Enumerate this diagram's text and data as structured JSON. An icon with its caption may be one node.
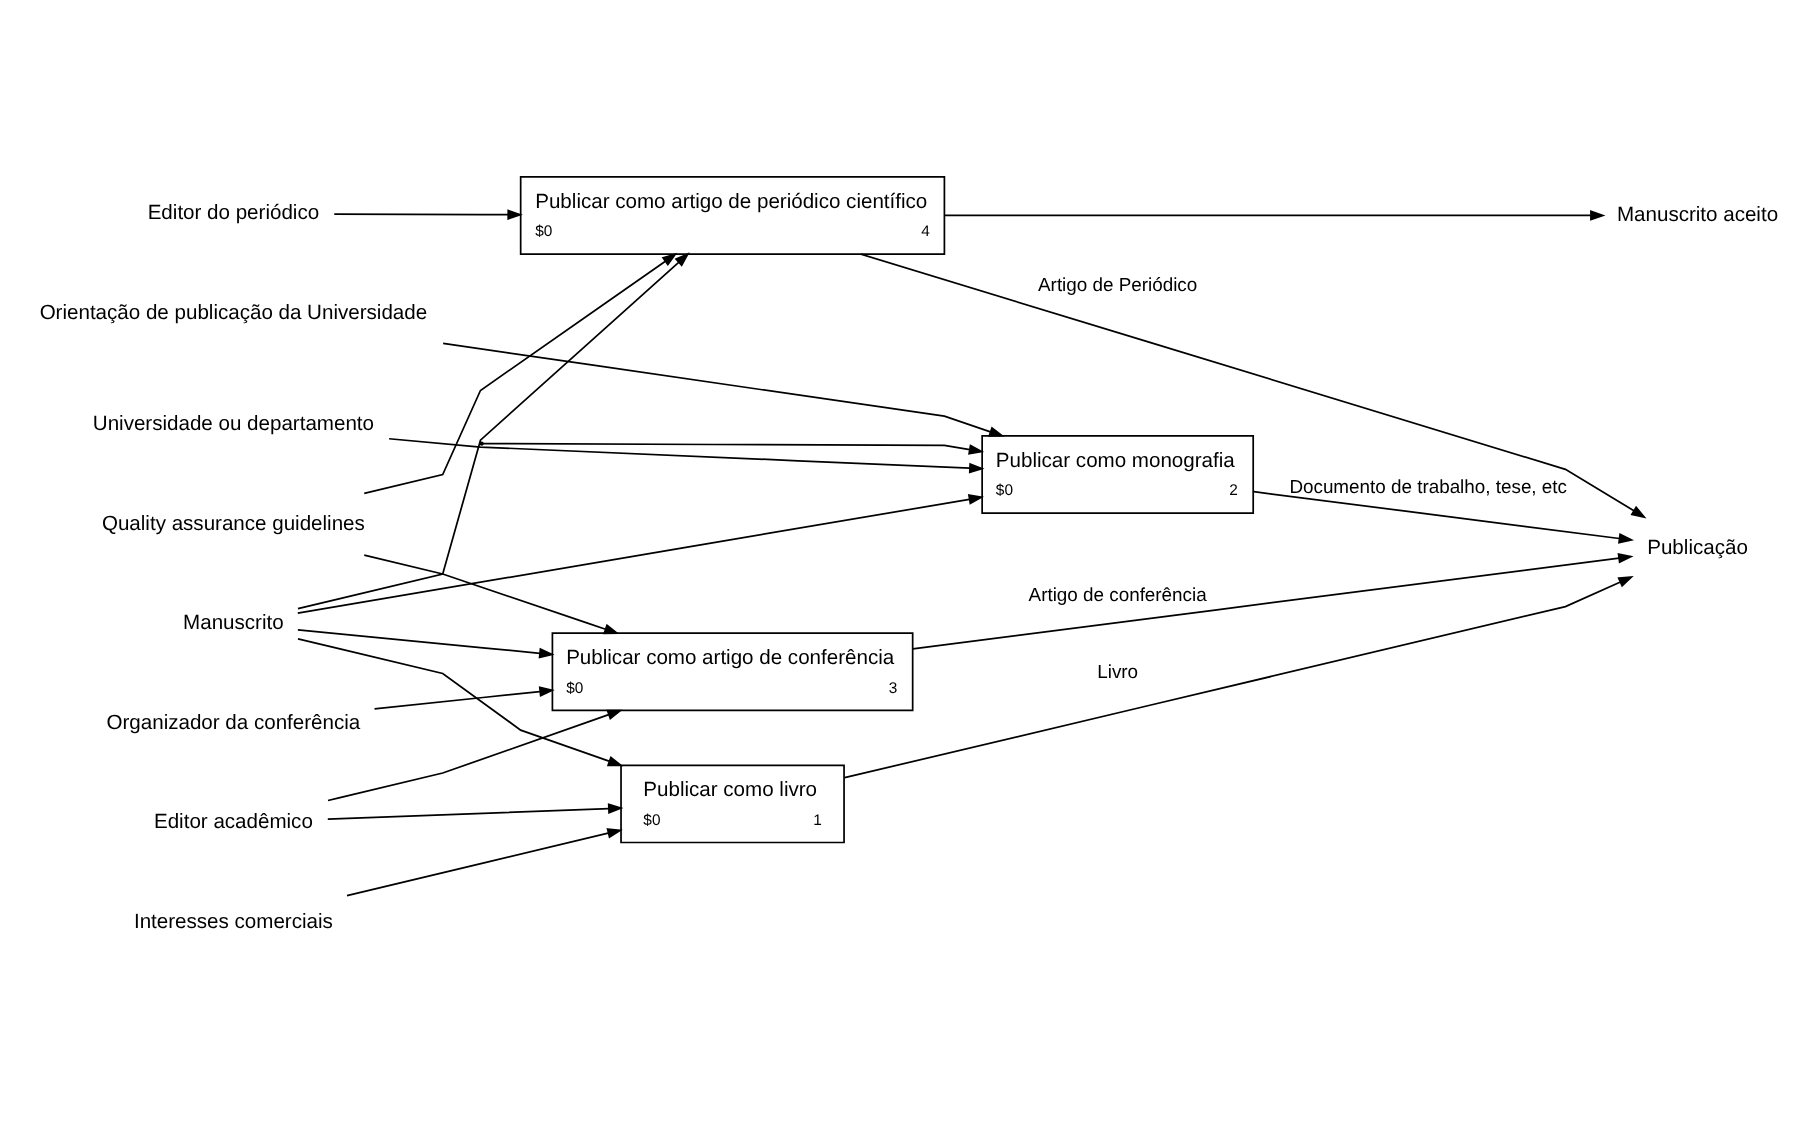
{
  "diagram": {
    "nodes": [
      {
        "text": [
          "Publicar como livro",
          "$0",
          "1"
        ]
      },
      {
        "text": [
          "Publicar como monografia",
          "$0",
          "2"
        ]
      },
      {
        "text": [
          "Publicar como artigo de conferência",
          "$0",
          "3"
        ]
      },
      {
        "text": [
          "Publicar como artigo de periódico científico",
          "$0",
          "4"
        ]
      },
      {
        "text": [
          "Interesses comerciais"
        ]
      },
      {
        "text": [
          "Orientação de publicação da Universidade"
        ]
      },
      {
        "text": [
          "Quality assurance guidelines"
        ]
      },
      {
        "text": [
          "Manuscrito"
        ]
      },
      {
        "text": [
          "Publicação"
        ]
      },
      {
        "text": [
          "Editor acadêmico"
        ]
      },
      {
        "text": [
          "Universidade ou departamento"
        ]
      },
      {
        "text": [
          "Organizador da conferência"
        ]
      },
      {
        "text": [
          "Editor do periódico"
        ]
      },
      {
        "text": [
          "Manuscrito aceito"
        ]
      }
    ],
    "edges": [
      {
        "from": 4,
        "to": 0,
        "arrow": "to"
      },
      {
        "from": 5,
        "to": 1,
        "arrow": "to"
      },
      {
        "from": null,
        "to": 1,
        "arrow": "to"
      },
      {
        "from": 6,
        "to": 2,
        "arrow": "to"
      },
      {
        "from": 6,
        "to": 3,
        "arrow": "to"
      },
      {
        "from": 7,
        "to": 0,
        "arrow": "to"
      },
      {
        "from": 7,
        "to": 1,
        "arrow": "to"
      },
      {
        "from": 7,
        "to": 2,
        "arrow": "to"
      },
      {
        "from": 7,
        "to": 3,
        "arrow": "to"
      },
      {
        "from": 0,
        "to": 8,
        "arrow": "to",
        "label": "Livro"
      },
      {
        "from": 1,
        "to": 8,
        "arrow": "to",
        "label": "Documento de trabalho, tese, etc"
      },
      {
        "from": 2,
        "to": 8,
        "arrow": "to",
        "label": "Artigo de conferência"
      },
      {
        "from": 3,
        "to": 8,
        "arrow": "to",
        "label": "Artigo de Periódico"
      },
      {
        "from": 3,
        "to": 13,
        "arrow": "to"
      },
      {
        "from": 9,
        "to": 0,
        "arrow": "to"
      },
      {
        "from": 9,
        "to": 2,
        "arrow": "to"
      },
      {
        "from": 10,
        "to": 1,
        "arrow": "to"
      },
      {
        "from": 11,
        "to": 2,
        "arrow": "to"
      },
      {
        "from": 12,
        "to": 3,
        "arrow": "to"
      }
    ]
  }
}
